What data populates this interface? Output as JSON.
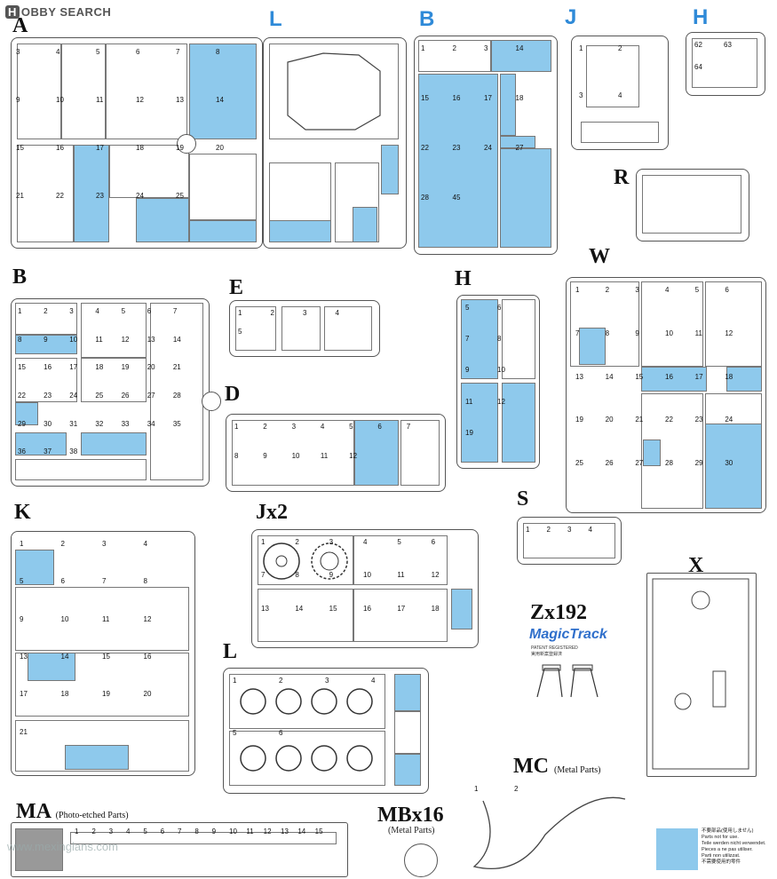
{
  "header": {
    "logo_badge": "H",
    "logo_text": "OBBY SEARCH"
  },
  "sheets": {
    "A": "A",
    "L_top": "L",
    "B_top": "B",
    "J": "J",
    "H_top": "H",
    "R": "R",
    "B": "B",
    "E": "E",
    "H": "H",
    "W": "W",
    "D": "D",
    "S": "S",
    "K": "K",
    "Jx2": "Jx2",
    "Zx192": "Zx192",
    "X": "X",
    "L": "L",
    "MC": "MC",
    "MC_sub": "(Metal Parts)",
    "MA": "MA",
    "MA_sub": "(Photo-etched Parts)",
    "MB": "MBx16",
    "MB_sub": "(Metal Parts)"
  },
  "magic_track": {
    "logo": "MagicTrack",
    "sub1": "PATENT REGISTERED",
    "sub2": "実用新案登録済"
  },
  "legend": {
    "lines": [
      "不要部品(使用しません)",
      "Parts not for use.",
      "Teile werden nicht verwendet.",
      "Pieces a ne pas utiliser.",
      "Parti non utilizzat.",
      "不需要使用的零件"
    ]
  },
  "watermark": "www.mexinglans.com",
  "colors": {
    "unused_parts": "#8ec9ec",
    "sheet_letter_blue": "#2f8ad8"
  },
  "part_numbers": {
    "A": [
      "3",
      "4",
      "5",
      "6",
      "7",
      "8",
      "9",
      "10",
      "11",
      "12",
      "13",
      "14",
      "15",
      "16",
      "17",
      "18",
      "19",
      "20",
      "21",
      "22",
      "23",
      "24",
      "25"
    ],
    "B_top": [
      "1",
      "2",
      "3",
      "14",
      "15",
      "16",
      "17",
      "18",
      "22",
      "23",
      "24",
      "27",
      "28",
      "45"
    ],
    "J": [
      "1",
      "2",
      "3",
      "4"
    ],
    "H_top": [
      "62",
      "63",
      "64"
    ],
    "B": [
      "1",
      "2",
      "3",
      "4",
      "5",
      "6",
      "7",
      "8",
      "9",
      "10",
      "11",
      "12",
      "13",
      "14",
      "15",
      "16",
      "17",
      "18",
      "19",
      "20",
      "21",
      "22",
      "23",
      "24",
      "25",
      "26",
      "27",
      "28",
      "29",
      "30",
      "31",
      "32",
      "33",
      "34",
      "35",
      "36",
      "37",
      "38"
    ],
    "E": [
      "1",
      "2",
      "3",
      "4",
      "5"
    ],
    "D": [
      "1",
      "2",
      "3",
      "4",
      "5",
      "6",
      "7",
      "8",
      "9",
      "10",
      "11",
      "12"
    ],
    "H": [
      "5",
      "6",
      "7",
      "8",
      "9",
      "10",
      "11",
      "12",
      "19"
    ],
    "W": [
      "1",
      "2",
      "3",
      "4",
      "5",
      "6",
      "7",
      "8",
      "9",
      "10",
      "11",
      "12",
      "13",
      "14",
      "15",
      "16",
      "17",
      "18",
      "19",
      "20",
      "21",
      "22",
      "23",
      "24",
      "25",
      "26",
      "27",
      "28",
      "29",
      "30"
    ],
    "S": [
      "1",
      "2",
      "3",
      "4"
    ],
    "K": [
      "1",
      "2",
      "3",
      "4",
      "5",
      "6",
      "7",
      "8",
      "9",
      "10",
      "11",
      "12",
      "13",
      "14",
      "15",
      "16",
      "17",
      "18",
      "19",
      "20",
      "21"
    ],
    "Jx2": [
      "1",
      "2",
      "3",
      "4",
      "5",
      "6",
      "7",
      "8",
      "9",
      "10",
      "11",
      "12",
      "13",
      "14",
      "15",
      "16",
      "17",
      "18"
    ],
    "L": [
      "1",
      "2",
      "3",
      "4",
      "5",
      "6"
    ],
    "MC": [
      "1",
      "2"
    ],
    "MA": [
      "1",
      "2",
      "3",
      "4",
      "5",
      "6",
      "7",
      "8",
      "9",
      "10",
      "11",
      "12",
      "13",
      "14",
      "15"
    ]
  }
}
